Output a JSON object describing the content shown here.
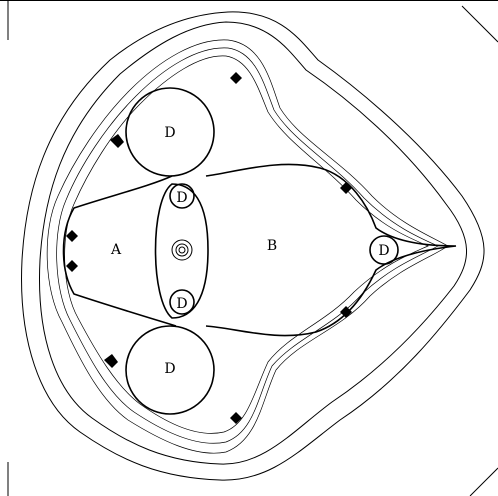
{
  "labels": {
    "a": "A",
    "b": "B",
    "d_top": "D",
    "d_upper_inner": "D",
    "d_lower_inner": "D",
    "d_bottom": "D",
    "d_right": "D"
  },
  "colors": {
    "background": "#ffffff",
    "ink": "#000000"
  }
}
